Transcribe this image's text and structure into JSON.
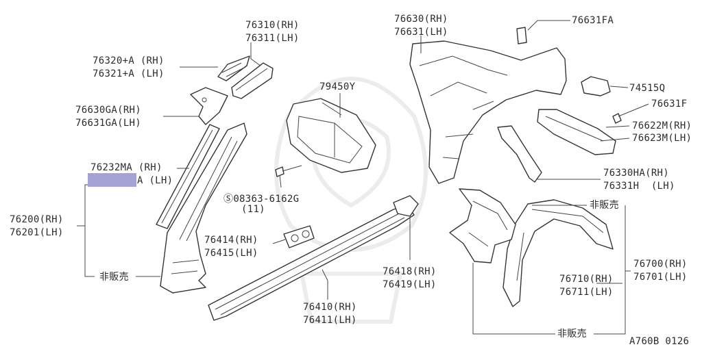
{
  "labels": {
    "p76320": "76320+A (RH)",
    "p76321": "76321+A (LH)",
    "p76310": "76310(RH)",
    "p76311": "76311(LH)",
    "p76630ga": "76630GA(RH)",
    "p76631ga": "76631GA(LH)",
    "p76232ma": "76232MA (RH)",
    "p76233ma_suffix": "A (LH)",
    "p76200": "76200(RH)",
    "p76201": "76201(LH)",
    "not_for_sale_1": "非販売",
    "p79450y": "79450Y",
    "bolt_code": "08363-6162G",
    "bolt_qty": "(11)",
    "p76414": "76414(RH)",
    "p76415": "76415(LH)",
    "p76410": "76410(RH)",
    "p76411": "76411(LH)",
    "p76418": "76418(RH)",
    "p76419": "76419(LH)",
    "p76630": "76630(RH)",
    "p76631": "76631(LH)",
    "p76631fa": "76631FA",
    "p74515q": "74515Q",
    "p76631f": "76631F",
    "p76622m": "76622M(RH)",
    "p76623m": "76623M(LH)",
    "p76330ha": "76330HA(RH)",
    "p76331h": "76331H  (LH)",
    "not_for_sale_2": "非販売",
    "p76700": "76700(RH)",
    "p76701": "76701(LH)",
    "p76710": "76710(RH)",
    "p76711": "76711(LH)",
    "not_for_sale_3": "非販売",
    "diagram_code": "A760B 0126"
  },
  "colors": {
    "highlight": "#a4a4d4",
    "line": "#333333",
    "watermark": "#ececec"
  }
}
